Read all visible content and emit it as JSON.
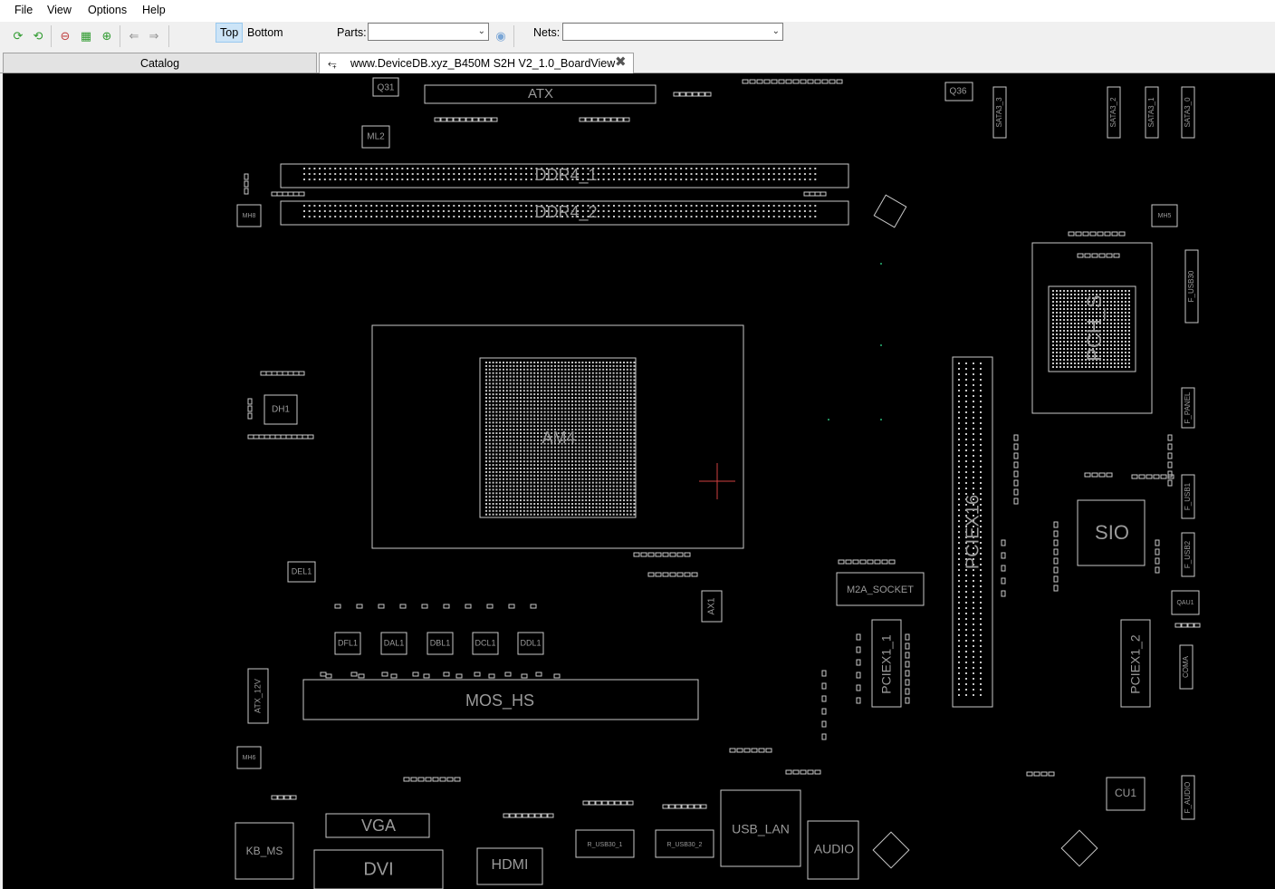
{
  "menu": {
    "file": "File",
    "view": "View",
    "options": "Options",
    "help": "Help"
  },
  "toolbar": {
    "icons": [
      "reload-icon",
      "refresh-icon",
      "zoom-out-icon",
      "fit-icon",
      "zoom-in-icon",
      "back-arrow-icon",
      "forward-arrow-icon",
      "search-bulb-icon"
    ],
    "top_label": "Top",
    "bottom_label": "Bottom",
    "parts_label": "Parts:",
    "parts_value": "",
    "nets_label": "Nets:",
    "nets_value": ""
  },
  "tabs": {
    "catalog": "Catalog",
    "board": "www.DeviceDB.xyz_B450M S2H V2_1.0_BoardView"
  },
  "board": {
    "colors": {
      "background": "#000000",
      "outline": "#c8c8c8",
      "label": "#9a9a9a",
      "pad": "#1f8a5a"
    },
    "labels": {
      "atx": "ATX",
      "ddr4_1": "DDR4_1",
      "ddr4_2": "DDR4_2",
      "am4": "AM4",
      "pch": "PCH_S",
      "sio": "SIO",
      "pciex16": "PCIEX16",
      "pciex1_1": "PCIEX1_1",
      "pciex1_2": "PCIEX1_2",
      "m2a": "M2A_SOCKET",
      "vga": "VGA",
      "dvi": "DVI",
      "hdmi": "HDMI",
      "usb_lan": "USB_LAN",
      "audio": "AUDIO",
      "kb_ms": "KB_MS",
      "cu1": "CU1",
      "atx_12v": "ATX_12V",
      "mos": "MOS_HS",
      "q31": "Q31",
      "q36": "Q36",
      "ml2": "ML2",
      "del1": "DEL1",
      "dh1": "DH1",
      "ax1": "AX1",
      "dfl1": "DFL1",
      "dal1": "DAL1",
      "dbl1": "DBL1",
      "dcl1": "DCL1",
      "ddl1": "DDL1",
      "sata3_3": "SATA3_3",
      "sata3_2": "SATA3_2",
      "sata3_1": "SATA3_1",
      "sata3_0": "SATA3_0",
      "f_usb30": "F_USB30",
      "f_usb1": "F_USB1",
      "f_usb2": "F_USB2",
      "f_panel": "F_PANEL",
      "f_audio": "F_AUDIO",
      "coma": "COMA",
      "qau1": "QAU1",
      "mh5": "MH5",
      "mh6": "MH6",
      "mh8": "MH8",
      "u3_1": "R_USB30_1",
      "u3_2": "R_USB30_2"
    }
  }
}
